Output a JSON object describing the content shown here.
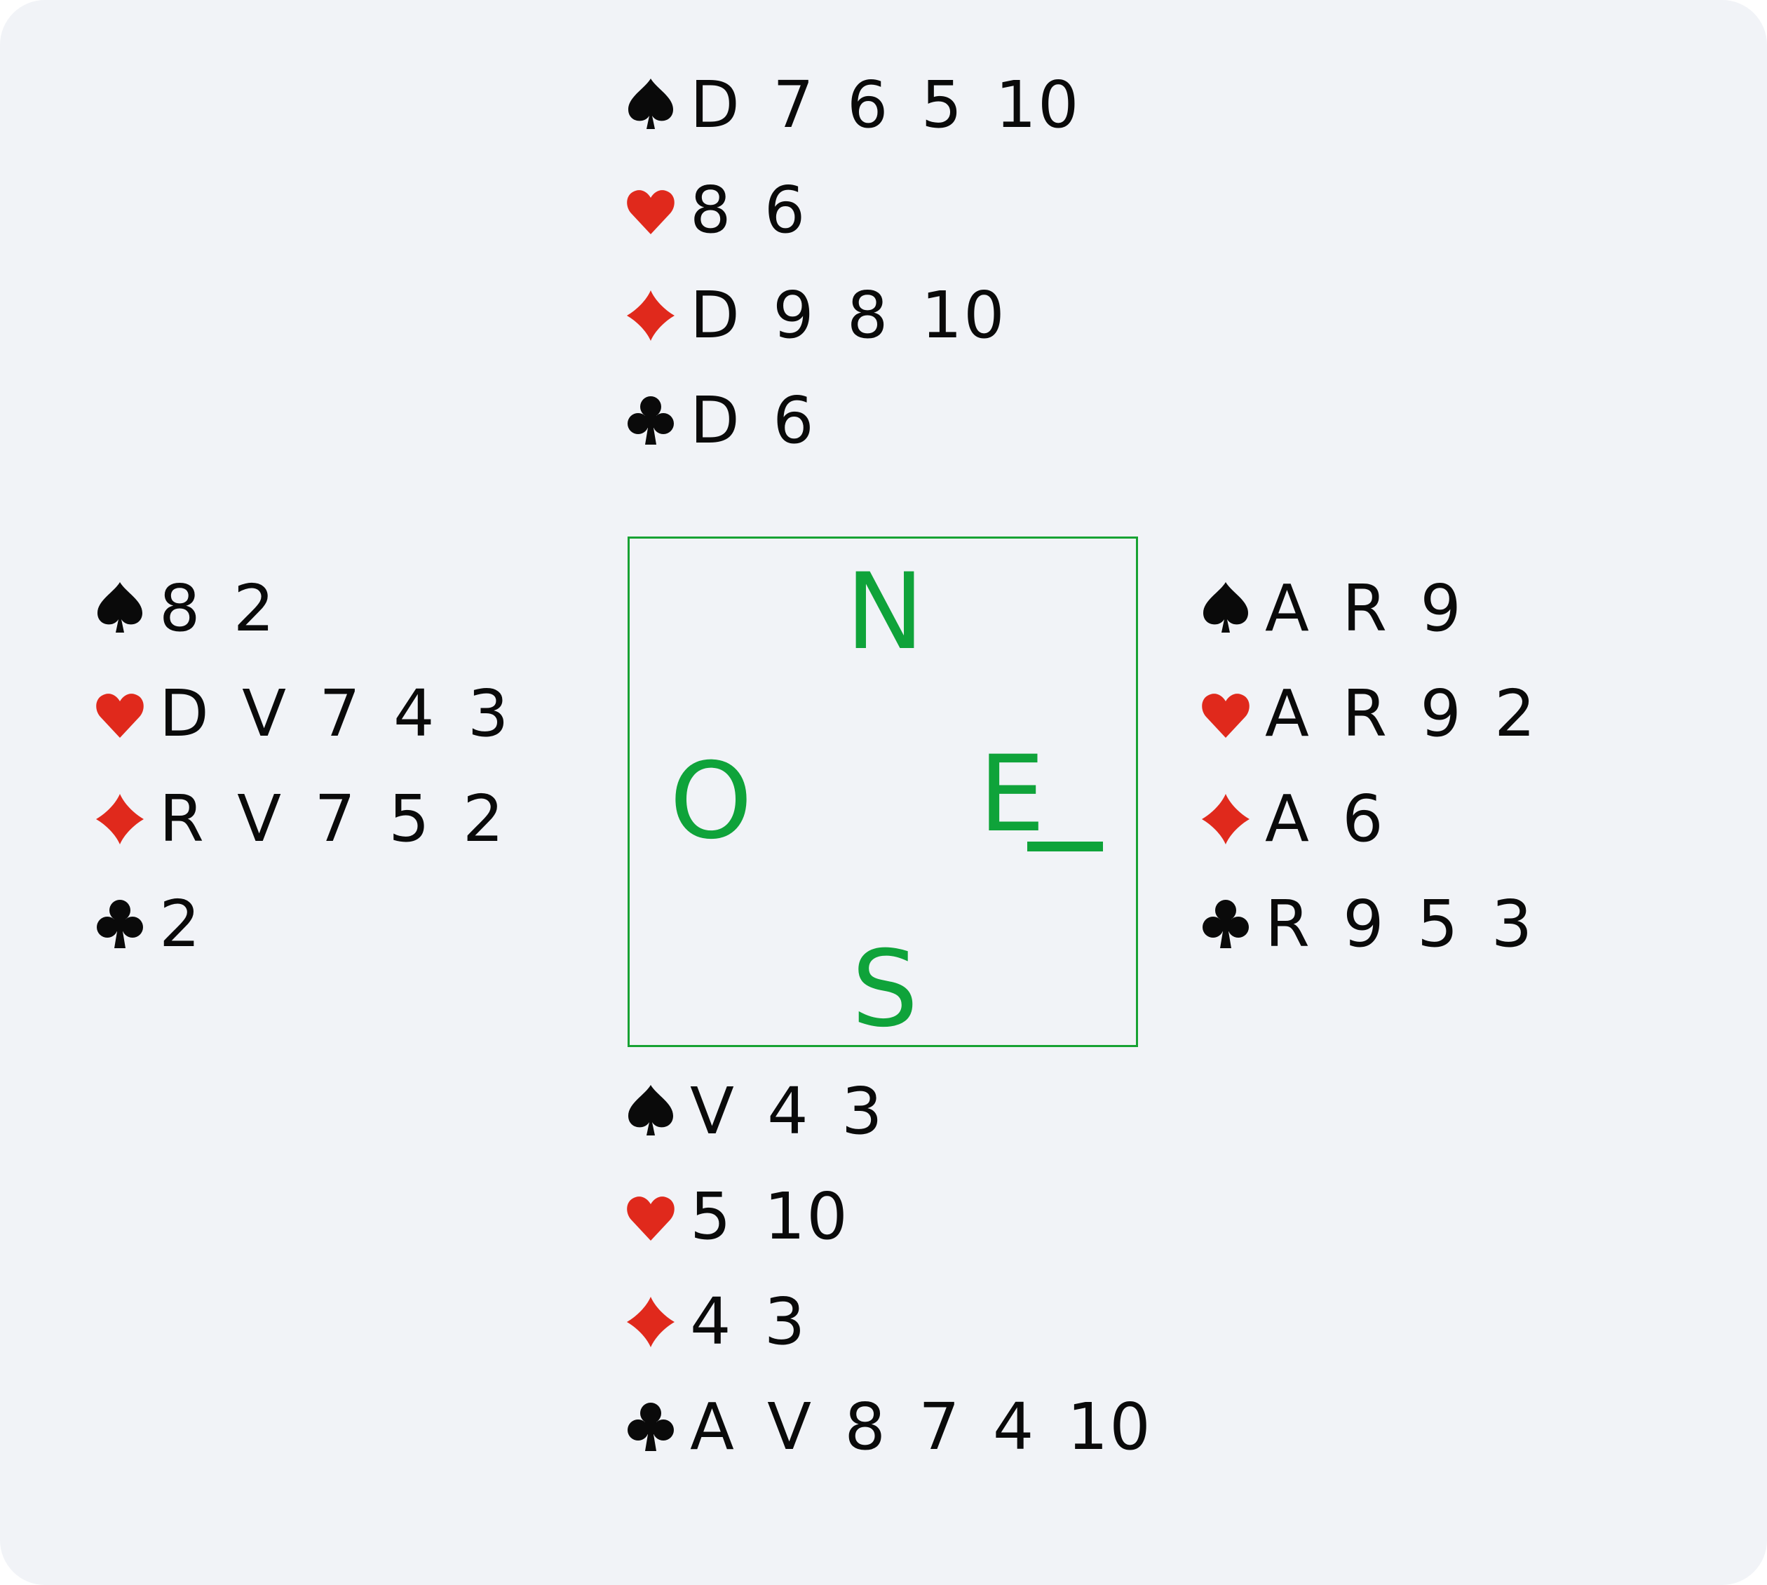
{
  "colors": {
    "background": "#f1f3f7",
    "red_suit": "#e0291c",
    "black_suit": "#0a0a0a",
    "compass_green": "#0fa33a"
  },
  "compass": {
    "north": "N",
    "west": "O",
    "east": "E",
    "south": "S",
    "dealer": "E"
  },
  "hands": {
    "north": {
      "spades": "D 7 6 5 10",
      "hearts": "8 6",
      "diamonds": "D 9 8 10",
      "clubs": "D 6"
    },
    "west": {
      "spades": "8 2",
      "hearts": "D V 7 4 3",
      "diamonds": "R V 7 5 2",
      "clubs": "2"
    },
    "east": {
      "spades": "A R 9",
      "hearts": "A R 9 2",
      "diamonds": "A 6",
      "clubs": "R 9 5 3"
    },
    "south": {
      "spades": "V 4 3",
      "hearts": "5 10",
      "diamonds": "4 3",
      "clubs": "A V 8 7 4 10"
    }
  },
  "suit_icons": {
    "spades": "spade-icon",
    "hearts": "heart-icon",
    "diamonds": "diamond-icon",
    "clubs": "club-icon"
  }
}
